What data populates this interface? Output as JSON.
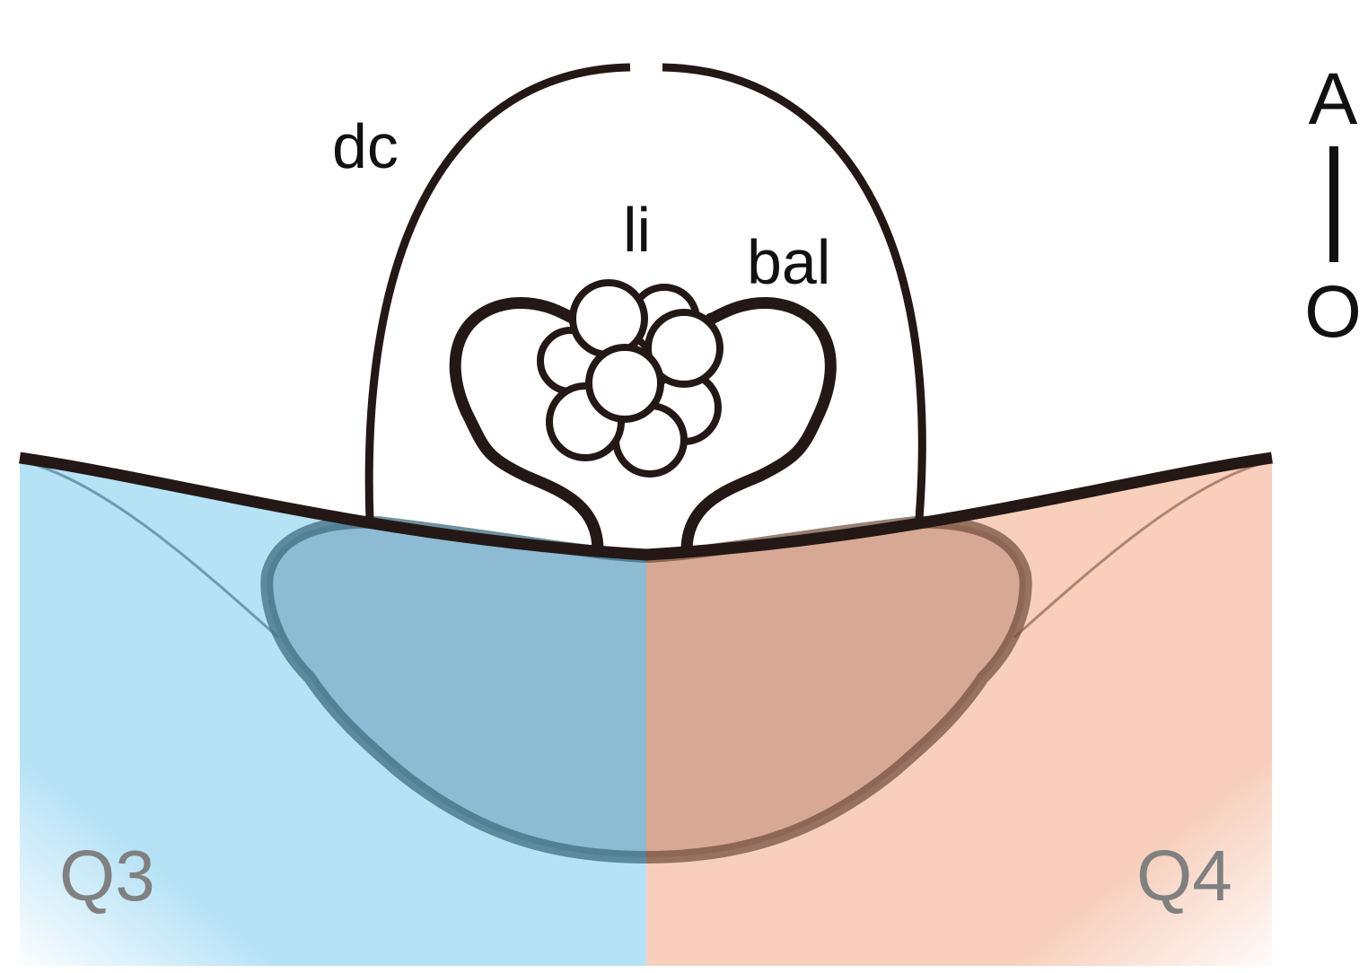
{
  "labels": {
    "dc": "dc",
    "li": "li",
    "bal": "bal",
    "q3": "Q3",
    "q4": "Q4"
  },
  "axis": {
    "top": "A",
    "bottom": "O"
  },
  "colors": {
    "outline": "#231815",
    "q3_fill": "#b6e2f6",
    "q4_fill": "#f7cfbc",
    "q3_zone_fill": "#6b9bb6",
    "q4_zone_fill": "#b07a64",
    "q3_zone_stroke": "#3f6c80",
    "q4_zone_stroke": "#6e4a3a",
    "quadrant_label": "#808080"
  }
}
